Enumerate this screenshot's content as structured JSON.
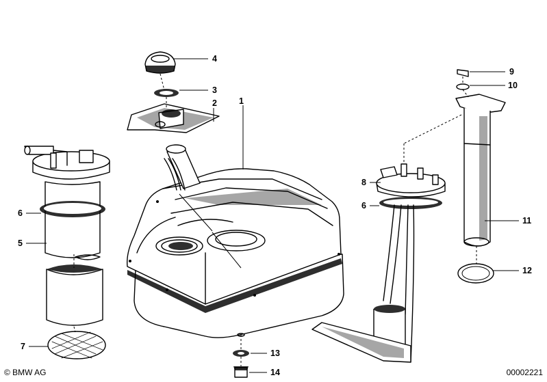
{
  "callouts": [
    {
      "id": "1",
      "text": "1"
    },
    {
      "id": "2",
      "text": "2"
    },
    {
      "id": "3",
      "text": "3"
    },
    {
      "id": "4",
      "text": "4"
    },
    {
      "id": "5",
      "text": "5"
    },
    {
      "id": "6a",
      "text": "6"
    },
    {
      "id": "6b",
      "text": "6"
    },
    {
      "id": "7",
      "text": "7"
    },
    {
      "id": "8",
      "text": "8"
    },
    {
      "id": "9",
      "text": "9"
    },
    {
      "id": "10",
      "text": "10"
    },
    {
      "id": "11",
      "text": "11"
    },
    {
      "id": "12",
      "text": "12"
    },
    {
      "id": "13",
      "text": "13"
    },
    {
      "id": "14",
      "text": "14"
    }
  ],
  "footer": {
    "copyright": "© BMW AG",
    "diagram_number": "00002221"
  }
}
